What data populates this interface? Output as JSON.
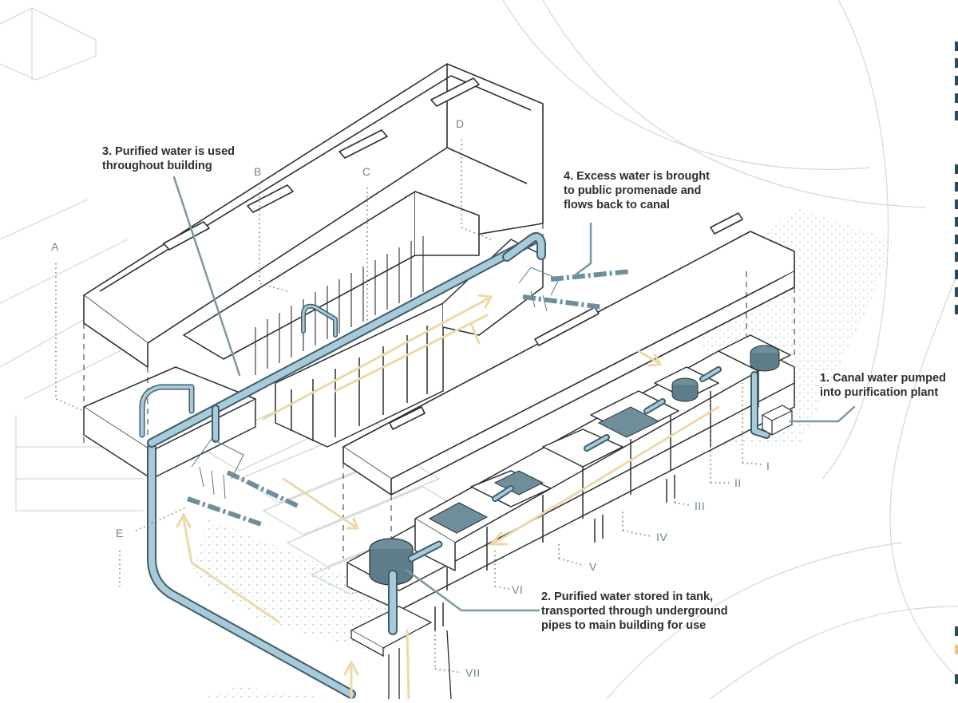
{
  "callouts": {
    "step1": [
      "1. Canal water pumped",
      "into purification plant"
    ],
    "step2": [
      "2. Purified water stored in tank,",
      "transported through underground",
      "pipes to main building for use"
    ],
    "step3": [
      "3. Purified water is used",
      "throughout building"
    ],
    "step4": [
      "4. Excess water is brought",
      "to public promenade and",
      "flows back to canal"
    ]
  },
  "zone_labels": {
    "A": "A",
    "B": "B",
    "C": "C",
    "D": "D",
    "E": "E"
  },
  "stage_labels": {
    "I": "I",
    "II": "II",
    "III": "III",
    "IV": "IV",
    "V": "V",
    "VI": "VI",
    "VII": "VII"
  },
  "colors": {
    "line": "#2b2f33",
    "context_line": "#cfd3d6",
    "pipe_fill": "#a9cad9",
    "pipe_stroke": "#3e5d6b",
    "tank_fill": "#6f8e9c",
    "water_splash": "#cfe2ec",
    "flow_arrow": "#ecd9a6",
    "leader_dotted": "#8a7a4a",
    "callout_leader": "#7c97a4",
    "tag_text": "#6c8593"
  }
}
